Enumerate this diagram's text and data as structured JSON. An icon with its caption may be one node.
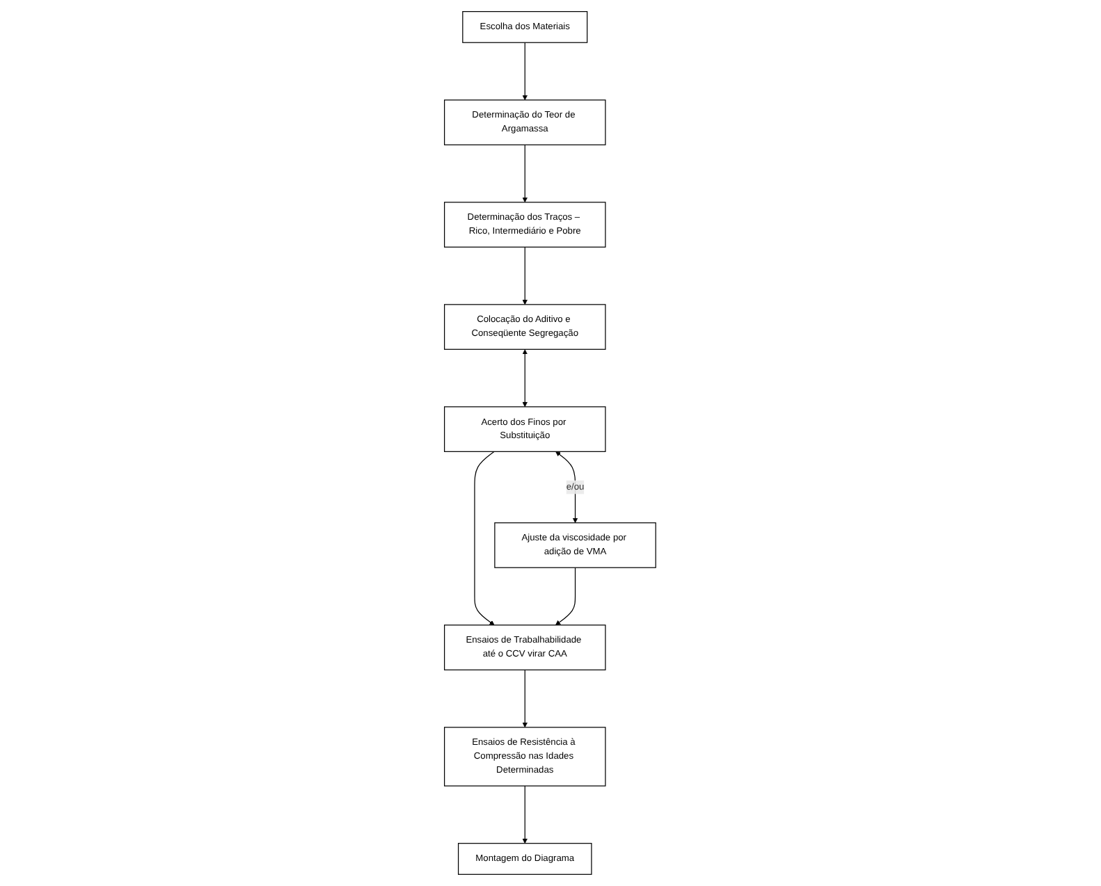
{
  "diagram": {
    "nodes": [
      {
        "text": [
          "Escolha dos Materiais"
        ]
      },
      {
        "text": [
          "Determinação do Teor de Argamassa"
        ]
      },
      {
        "text": [
          "Determinação dos Traços – Rico, Intermediário e Pobre"
        ]
      },
      {
        "text": [
          "Colocação do Aditivo e Conseqüente Segregação"
        ]
      },
      {
        "text": [
          "Acerto dos Finos por Substituição"
        ]
      },
      {
        "text": [
          "Ajuste da viscosidade por adição de VMA"
        ]
      },
      {
        "text": [
          "Ensaios de Trabalhabilidade até o CCV virar CAA"
        ]
      },
      {
        "text": [
          "Ensaios de Resistência à Compressão nas Idades Determinadas"
        ]
      },
      {
        "text": [
          "Montagem do Diagrama"
        ]
      }
    ],
    "edges": [
      {
        "from": 0,
        "to": 1,
        "arrow": "to"
      },
      {
        "from": 1,
        "to": 2,
        "arrow": "to"
      },
      {
        "from": 2,
        "to": 3,
        "arrow": "to"
      },
      {
        "from": 3,
        "to": 4,
        "arrow": "both"
      },
      {
        "from": 4,
        "to": 6,
        "arrow": "to"
      },
      {
        "from": 4,
        "to": 5,
        "arrow": "both",
        "label": "e/ou"
      },
      {
        "from": 5,
        "to": 6,
        "arrow": "to"
      },
      {
        "from": 6,
        "to": 7,
        "arrow": "to"
      },
      {
        "from": 7,
        "to": 8,
        "arrow": "to"
      }
    ]
  }
}
